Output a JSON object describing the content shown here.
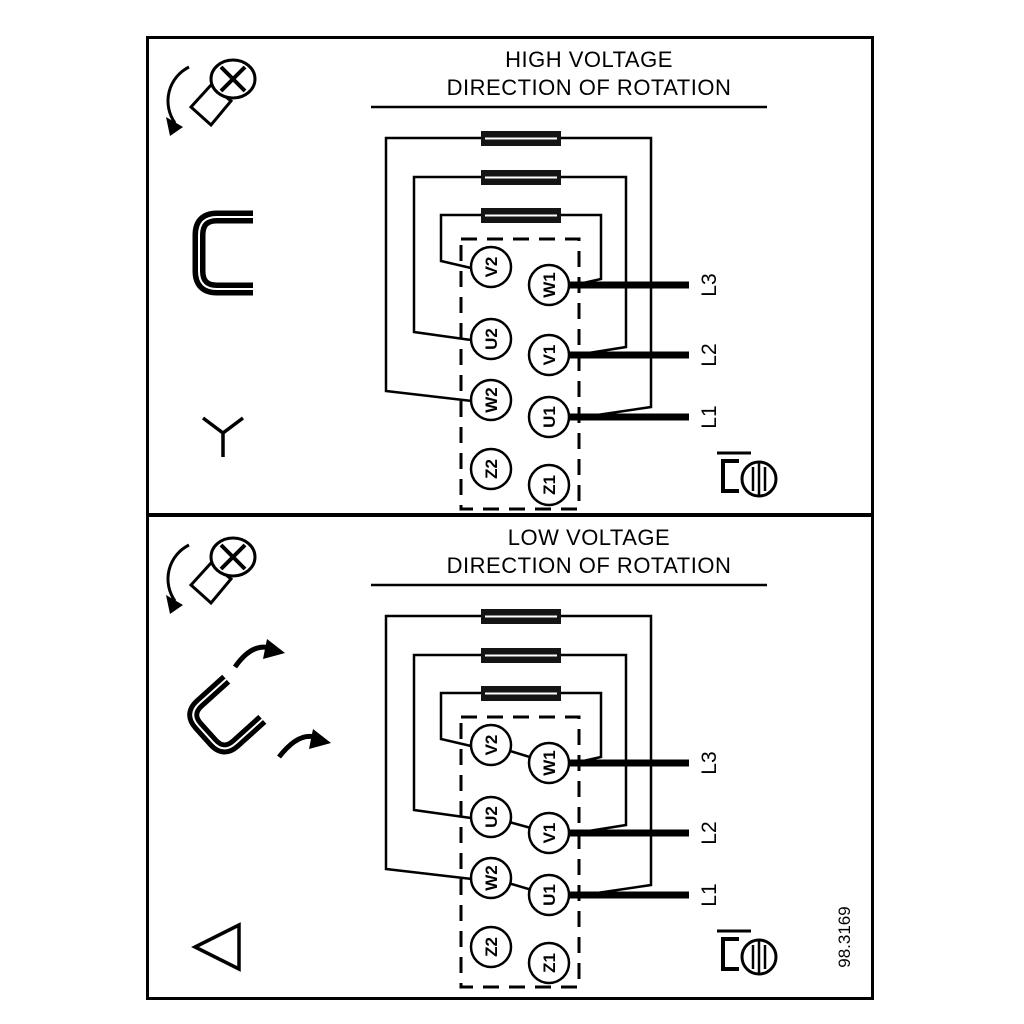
{
  "figure": {
    "part_number": "98.3169"
  },
  "panels": [
    {
      "name": "high-voltage",
      "title_line1": "HIGH VOLTAGE",
      "title_line2": "DIRECTION OF ROTATION",
      "connection": "star",
      "terminals": {
        "left_column": [
          "V2",
          "U2",
          "W2",
          "Z2"
        ],
        "right_column": [
          "W1",
          "V1",
          "U1",
          "Z1"
        ]
      },
      "supply_lines": [
        "L3",
        "L2",
        "L1"
      ],
      "icons": [
        "screw-rotation-icon",
        "terminal-jumper-icon",
        "star-connection-icon",
        "screw-clamp-icon"
      ]
    },
    {
      "name": "low-voltage",
      "title_line1": "LOW VOLTAGE",
      "title_line2": "DIRECTION OF ROTATION",
      "connection": "delta",
      "terminals": {
        "left_column": [
          "V2",
          "U2",
          "W2",
          "Z2"
        ],
        "right_column": [
          "W1",
          "V1",
          "U1",
          "Z1"
        ]
      },
      "supply_lines": [
        "L3",
        "L2",
        "L1"
      ],
      "icons": [
        "screw-rotation-icon",
        "jumper-reposition-icon",
        "delta-connection-icon",
        "screw-clamp-icon"
      ]
    }
  ]
}
